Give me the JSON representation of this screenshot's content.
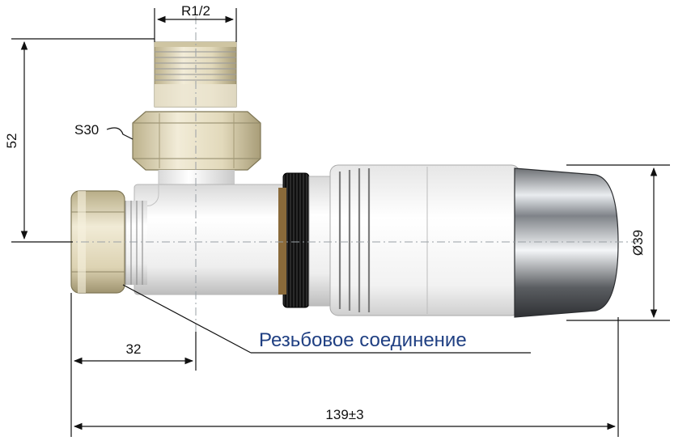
{
  "dimensions": {
    "thread": "R1/2",
    "nut_size": "S30",
    "height": "52",
    "diameter": "Ø39",
    "offset": "32",
    "overall_length": "139±3"
  },
  "callout": {
    "label": "Резьбовое соединение"
  },
  "colors": {
    "callout_text": "#1f3f82",
    "brass_light": "#ece6cf",
    "brass_dark": "#b9ae86",
    "body_white": "#f4f4f4",
    "chrome_dark": "#4d4f52",
    "knurl": "#1c1c1c"
  }
}
